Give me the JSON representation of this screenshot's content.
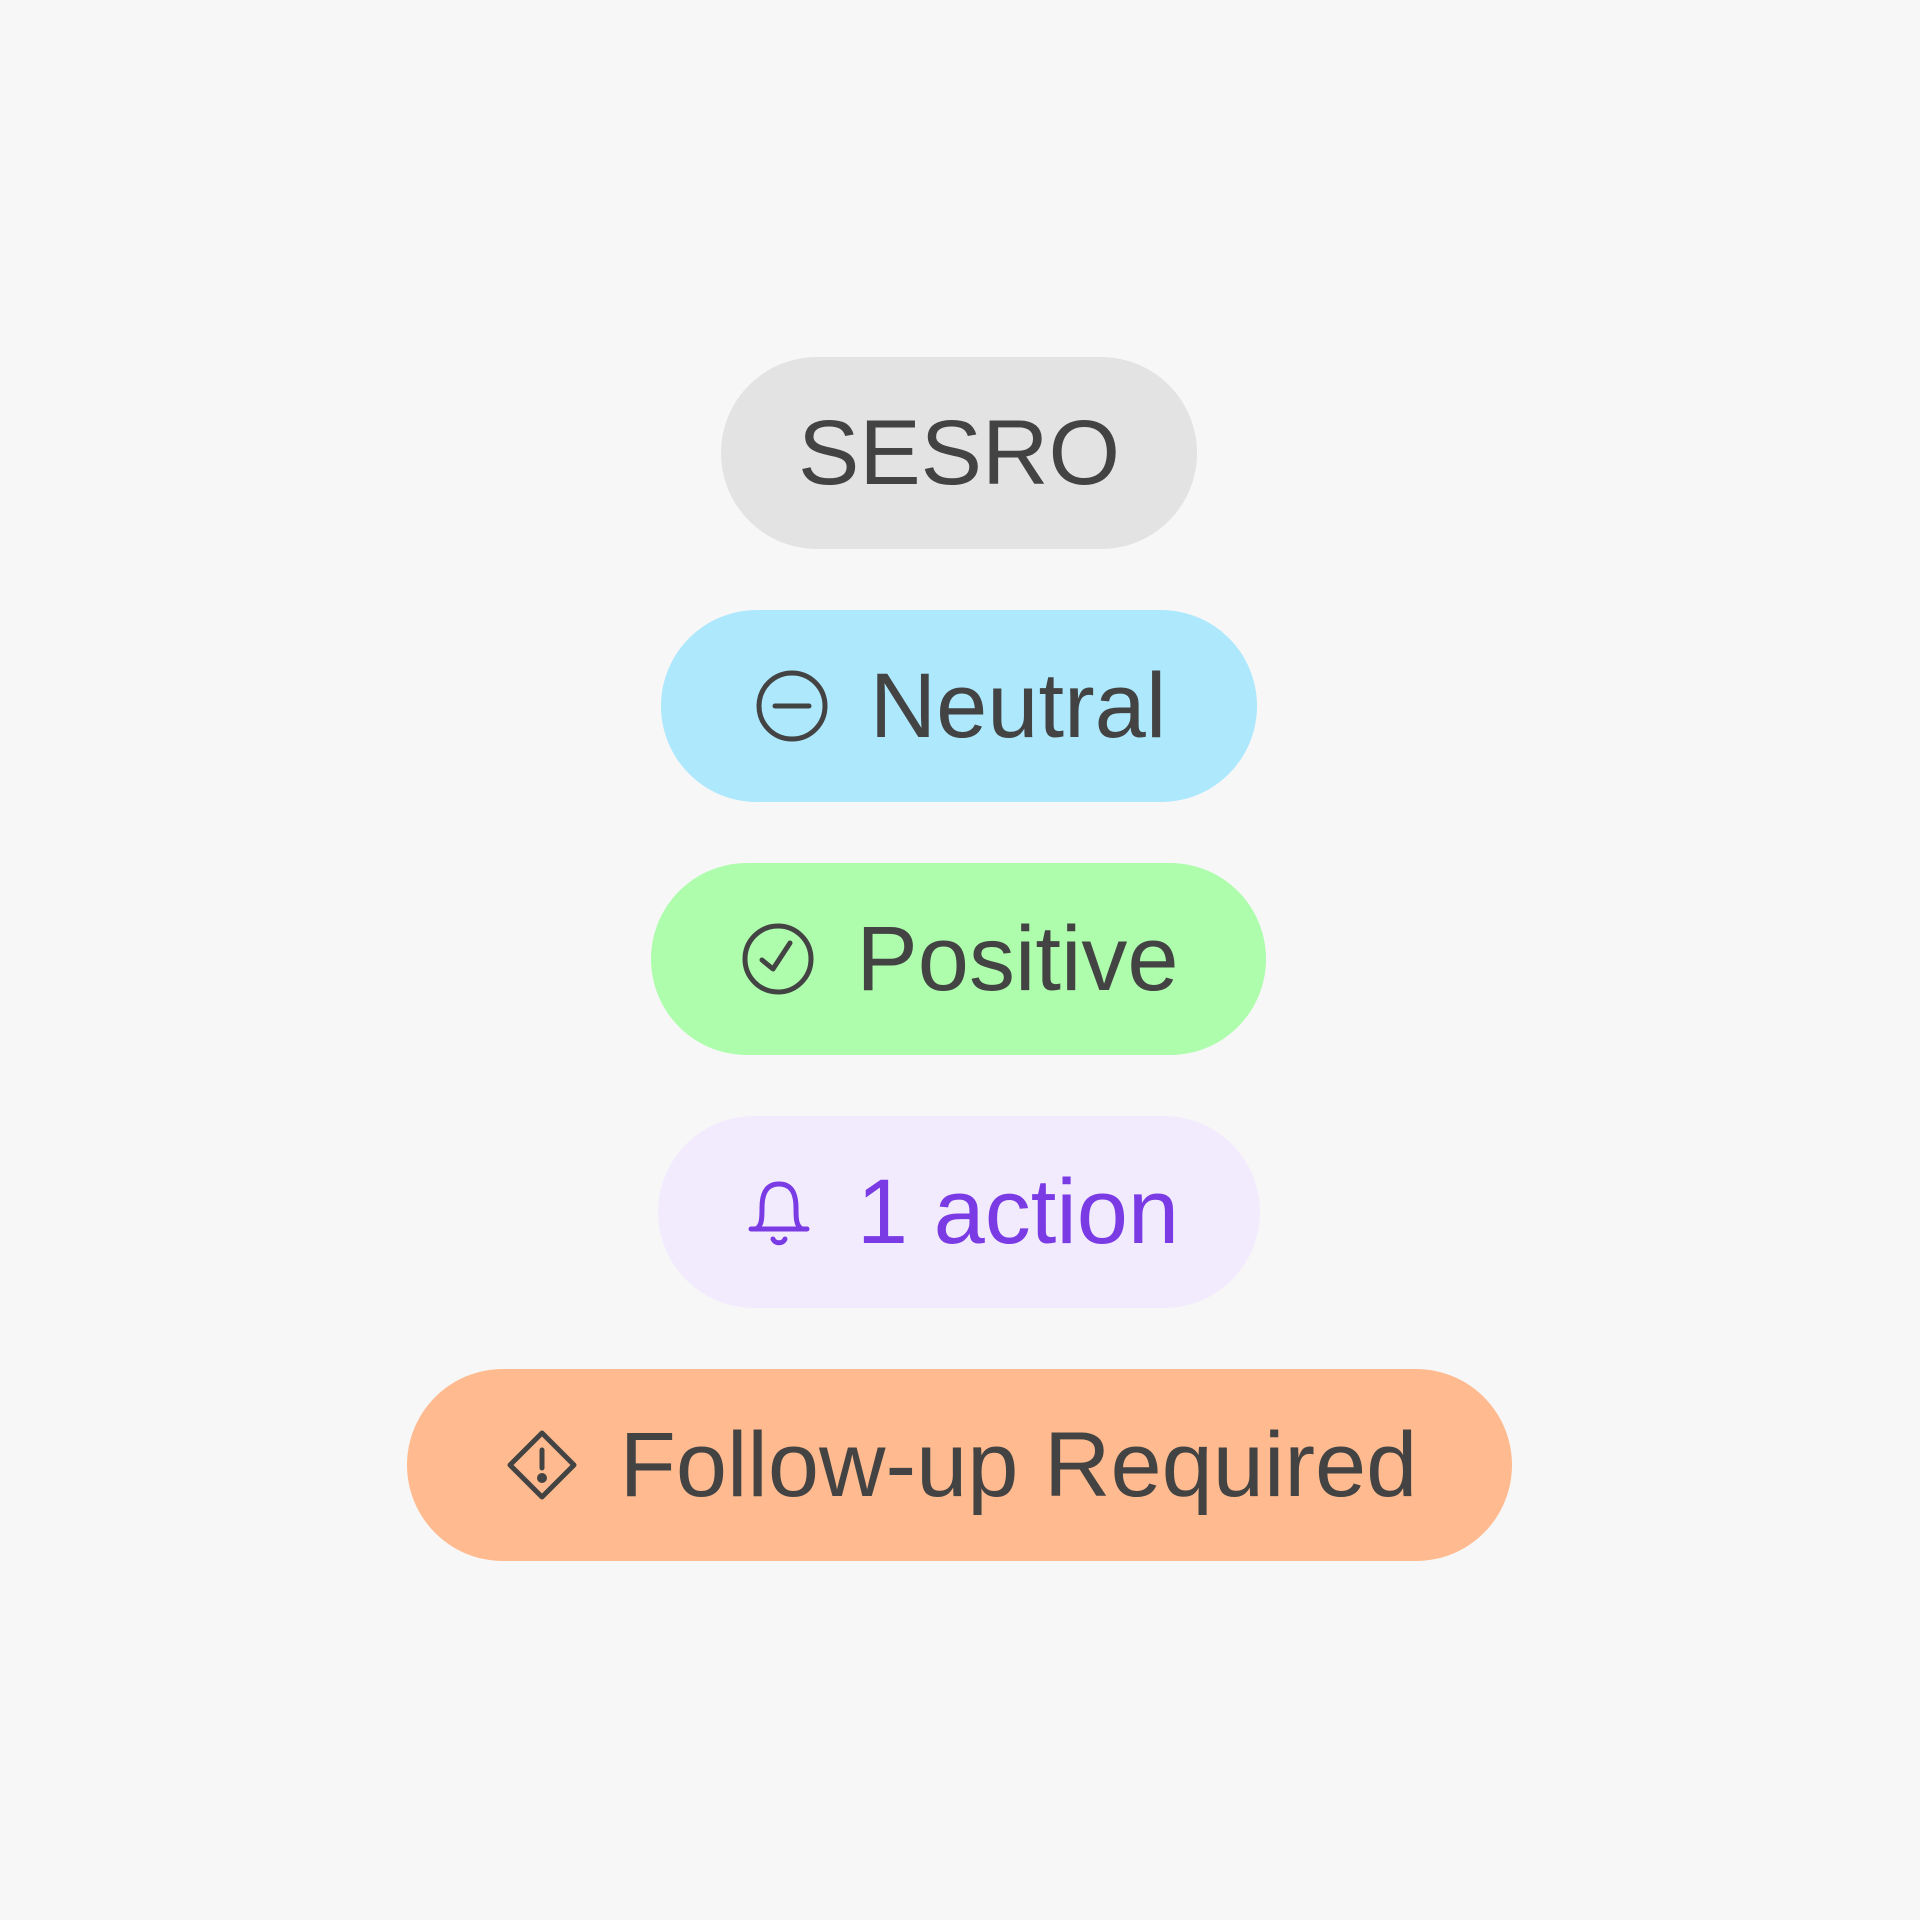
{
  "tags": {
    "sesro": {
      "label": "SESRO",
      "bg": "#e3e3e3",
      "fg": "#434343"
    },
    "neutral": {
      "label": "Neutral",
      "icon": "minus-circle-icon",
      "bg": "#ade8fd",
      "fg": "#434343"
    },
    "positive": {
      "label": "Positive",
      "icon": "check-circle-icon",
      "bg": "#adfdad",
      "fg": "#434343"
    },
    "action": {
      "label": "1 action",
      "icon": "bell-icon",
      "bg": "#f2ebfd",
      "fg": "#7a3be5"
    },
    "followup": {
      "label": "Follow-up Required",
      "icon": "warning-diamond-icon",
      "bg": "#ffbb8f",
      "fg": "#434343"
    }
  },
  "background": "#f7f7f7"
}
